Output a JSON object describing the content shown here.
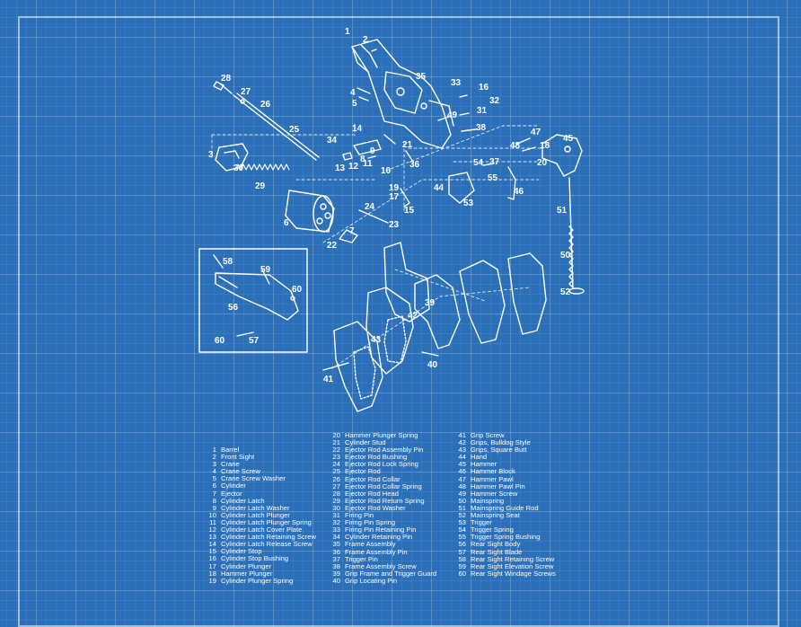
{
  "diagram": {
    "colors": {
      "background": "#2a6fb8",
      "ink": "#ffffff"
    },
    "callouts": [
      "1",
      "2",
      "3",
      "4",
      "5",
      "6",
      "7",
      "8",
      "9",
      "10",
      "11",
      "12",
      "13",
      "14",
      "15",
      "16",
      "17",
      "18",
      "19",
      "20",
      "21",
      "22",
      "23",
      "24",
      "25",
      "26",
      "27",
      "28",
      "29",
      "30",
      "31",
      "32",
      "33",
      "34",
      "35",
      "36",
      "37",
      "38",
      "39",
      "40",
      "41",
      "42",
      "43",
      "44",
      "45",
      "46",
      "47",
      "48",
      "49",
      "50",
      "51",
      "52",
      "53",
      "54",
      "55",
      "56",
      "57",
      "58",
      "59",
      "60",
      "60"
    ]
  },
  "legend": [
    [
      {
        "num": "1",
        "label": "Barrel"
      },
      {
        "num": "2",
        "label": "Front Sight"
      },
      {
        "num": "3",
        "label": "Crane"
      },
      {
        "num": "4",
        "label": "Crane Screw"
      },
      {
        "num": "5",
        "label": "Crane Screw Washer"
      },
      {
        "num": "6",
        "label": "Cylinder"
      },
      {
        "num": "7",
        "label": "Ejector"
      },
      {
        "num": "8",
        "label": "Cylinder Latch"
      },
      {
        "num": "9",
        "label": "Cylinder Latch Washer"
      },
      {
        "num": "10",
        "label": "Cylinder Latch Plunger"
      },
      {
        "num": "11",
        "label": "Cylinder Latch Plunger Spring"
      },
      {
        "num": "12",
        "label": "Cylinder Latch Cover Plate"
      },
      {
        "num": "13",
        "label": "Cylinder Latch Retaining Screw"
      },
      {
        "num": "14",
        "label": "Cylinder Latch Release Screw"
      },
      {
        "num": "15",
        "label": "Cylinder Stop"
      },
      {
        "num": "16",
        "label": "Cylinder Stop Bushing"
      },
      {
        "num": "17",
        "label": "Cylinder Plunger"
      },
      {
        "num": "18",
        "label": "Hammer Plunger"
      },
      {
        "num": "19",
        "label": "Cylinder Plunger Spring"
      }
    ],
    [
      {
        "num": "20",
        "label": "Hammer Plunger Spring"
      },
      {
        "num": "21",
        "label": "Cylinder Stud"
      },
      {
        "num": "22",
        "label": "Ejector Rod Assembly Pin"
      },
      {
        "num": "23",
        "label": "Ejector Rod Bushing"
      },
      {
        "num": "24",
        "label": "Ejector Rod Lock Spring"
      },
      {
        "num": "25",
        "label": "Ejector Rod"
      },
      {
        "num": "26",
        "label": "Ejector Rod Collar"
      },
      {
        "num": "27",
        "label": "Ejector Rod Collar Spring"
      },
      {
        "num": "28",
        "label": "Ejector Rod Head"
      },
      {
        "num": "29",
        "label": "Ejector Rod Return Spring"
      },
      {
        "num": "30",
        "label": "Ejector Rod Washer"
      },
      {
        "num": "31",
        "label": "Firing Pin"
      },
      {
        "num": "32",
        "label": "Firing Pin Spring"
      },
      {
        "num": "33",
        "label": "Firing Pin Retaining Pin"
      },
      {
        "num": "34",
        "label": "Cylinder Retaining Pin"
      },
      {
        "num": "35",
        "label": "Frame Assembly"
      },
      {
        "num": "36",
        "label": "Frame Assembly Pin"
      },
      {
        "num": "37",
        "label": "Trigger Pin"
      },
      {
        "num": "38",
        "label": "Frame Assembly Screw"
      },
      {
        "num": "39",
        "label": "Grip Frame and Trigger Guard"
      },
      {
        "num": "40",
        "label": "Grip Locating Pin"
      }
    ],
    [
      {
        "num": "41",
        "label": "Grip Screw"
      },
      {
        "num": "42",
        "label": "Grips, Bulldog Style"
      },
      {
        "num": "43",
        "label": "Grips, Square Butt"
      },
      {
        "num": "44",
        "label": "Hand"
      },
      {
        "num": "45",
        "label": "Hammer"
      },
      {
        "num": "46",
        "label": "Hammer Block"
      },
      {
        "num": "47",
        "label": "Hammer Pawl"
      },
      {
        "num": "48",
        "label": "Hammer Pawl Pin"
      },
      {
        "num": "49",
        "label": "Hammer Screw"
      },
      {
        "num": "50",
        "label": "Mainspring"
      },
      {
        "num": "51",
        "label": "Mainspring Guide Rod"
      },
      {
        "num": "52",
        "label": "Mainspring Seat"
      },
      {
        "num": "53",
        "label": "Trigger"
      },
      {
        "num": "54",
        "label": "Trigger Spring"
      },
      {
        "num": "55",
        "label": "Trigger Spring Bushing"
      },
      {
        "num": "56",
        "label": "Rear Sight Body"
      },
      {
        "num": "57",
        "label": "Rear Sight Blade"
      },
      {
        "num": "58",
        "label": "Rear Sight Retaining Screw"
      },
      {
        "num": "59",
        "label": "Rear Sight Elevation Screw"
      },
      {
        "num": "60",
        "label": "Rear Sight Windage Screws"
      }
    ]
  ]
}
